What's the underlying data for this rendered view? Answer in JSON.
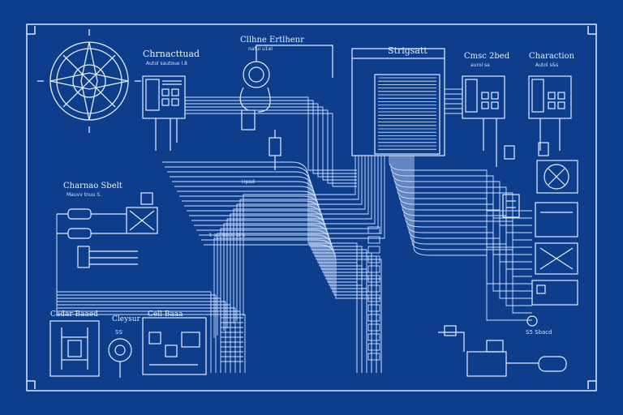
{
  "colors": {
    "background": "#0e3d8c",
    "line": "#d9e8ff",
    "line_dim": "#9fbff0"
  },
  "labels": {
    "top_left": "Chrnacttuad",
    "top_left_sub": "Autol sautoue l.8",
    "top_center": "Cllhne Ertlhenr",
    "top_center_sub": "nafui u1eI",
    "top_center_right": "Strigsatt",
    "top_right_a": "Cmsc 2bed",
    "top_right_a_sub": "aurol  sa",
    "top_right_b": "Charaction",
    "top_right_b_sub": "Autol  s&s",
    "mid_left": "Charnao Sbelt",
    "mid_left_sub": "Mauvv tnuu  S.",
    "mid_tag": "t-as toue b-s",
    "mid_small": "Hpad",
    "bottom_left_a": "Cadar Baaed",
    "bottom_left_b": "Cleysur",
    "bottom_left_b_sub": "SS",
    "bottom_left_c": "Cell Baaa",
    "bottom_right_tag": "S5 Sbacd"
  },
  "components": [
    {
      "name": "compass-rose-icon"
    },
    {
      "name": "control-module-left"
    },
    {
      "name": "control-module-right-a"
    },
    {
      "name": "control-module-right-b"
    },
    {
      "name": "central-bus-panel"
    },
    {
      "name": "fan-icon"
    },
    {
      "name": "relay-box"
    },
    {
      "name": "connector-plug-left"
    },
    {
      "name": "bottom-coil-block"
    },
    {
      "name": "bottom-gauge-icon"
    },
    {
      "name": "bottom-switch-panel"
    }
  ]
}
